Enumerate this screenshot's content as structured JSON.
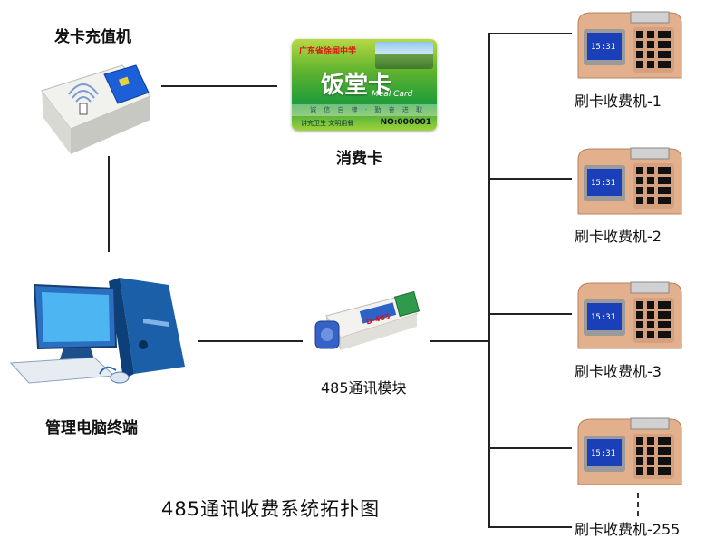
{
  "labels": {
    "issuer": "发卡充值机",
    "card": "消费卡",
    "pc": "管理电脑终端",
    "module": "485通讯模块",
    "terminals": [
      "刷卡收费机-1",
      "刷卡收费机-2",
      "刷卡收费机-3",
      "刷卡收费机-255"
    ],
    "title": "485通讯收费系统拓扑图"
  },
  "card": {
    "school": "广东省徐闻中学",
    "main": "饭堂卡",
    "sub": "Meal Card",
    "strip": "诚 信 自 律 · 勤 奋 进 取",
    "foot": "讲究卫生  文明用餐",
    "number": "NO:000001"
  },
  "module": {
    "brand": "D-485"
  },
  "terminal": {
    "screen_time": "15:31"
  },
  "colors": {
    "line": "#222222",
    "terminal_body": "#e3b08e",
    "screen": "#1a3fb8"
  }
}
